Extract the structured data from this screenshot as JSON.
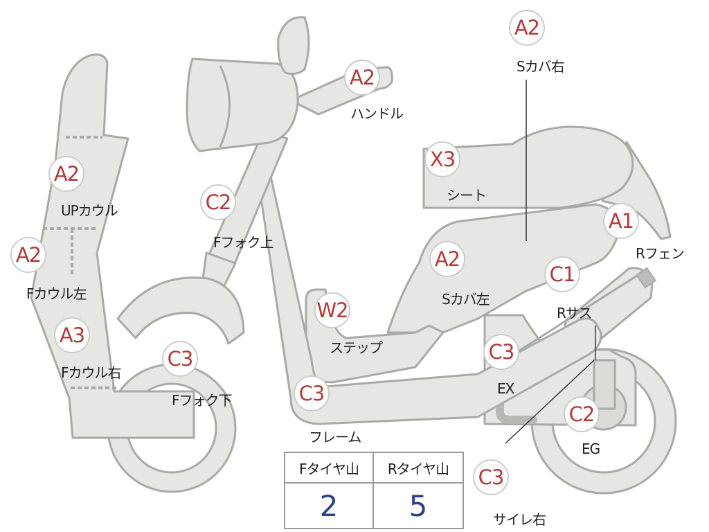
{
  "parts": [
    {
      "id": "handle",
      "grade": "A2",
      "label": "ハンドル"
    },
    {
      "id": "s-cover-right",
      "grade": "A2",
      "label": "Sカバ右"
    },
    {
      "id": "up-cowl",
      "grade": "A2",
      "label": "UPカウル"
    },
    {
      "id": "f-fork-upper",
      "grade": "C2",
      "label": "Fフォク上"
    },
    {
      "id": "seat",
      "grade": "X3",
      "label": "シート"
    },
    {
      "id": "r-fender",
      "grade": "A1",
      "label": "Rフェン"
    },
    {
      "id": "f-cowl-left",
      "grade": "A2",
      "label": "Fカウル左"
    },
    {
      "id": "s-cover-left",
      "grade": "A2",
      "label": "Sカバ左"
    },
    {
      "id": "r-suspension",
      "grade": "C1",
      "label": "Rサス"
    },
    {
      "id": "step",
      "grade": "W2",
      "label": "ステップ"
    },
    {
      "id": "f-cowl-right",
      "grade": "A3",
      "label": "Fカウル右"
    },
    {
      "id": "f-fork-lower",
      "grade": "C3",
      "label": "Fフォク下"
    },
    {
      "id": "exhaust",
      "grade": "C3",
      "label": "EX"
    },
    {
      "id": "frame",
      "grade": "C3",
      "label": "フレーム"
    },
    {
      "id": "engine",
      "grade": "C2",
      "label": "EG"
    },
    {
      "id": "silencer-right",
      "grade": "C3",
      "label": "サイレ右"
    }
  ],
  "tire_table": {
    "headers": [
      "Fタイヤ山",
      "Rタイヤ山"
    ],
    "values": [
      "2",
      "5"
    ]
  },
  "colors": {
    "part_fill": "#e6e6e2",
    "part_outline": "#a9a9a5",
    "grade_text": "#b23a3a",
    "table_value": "#2b3f8f"
  }
}
